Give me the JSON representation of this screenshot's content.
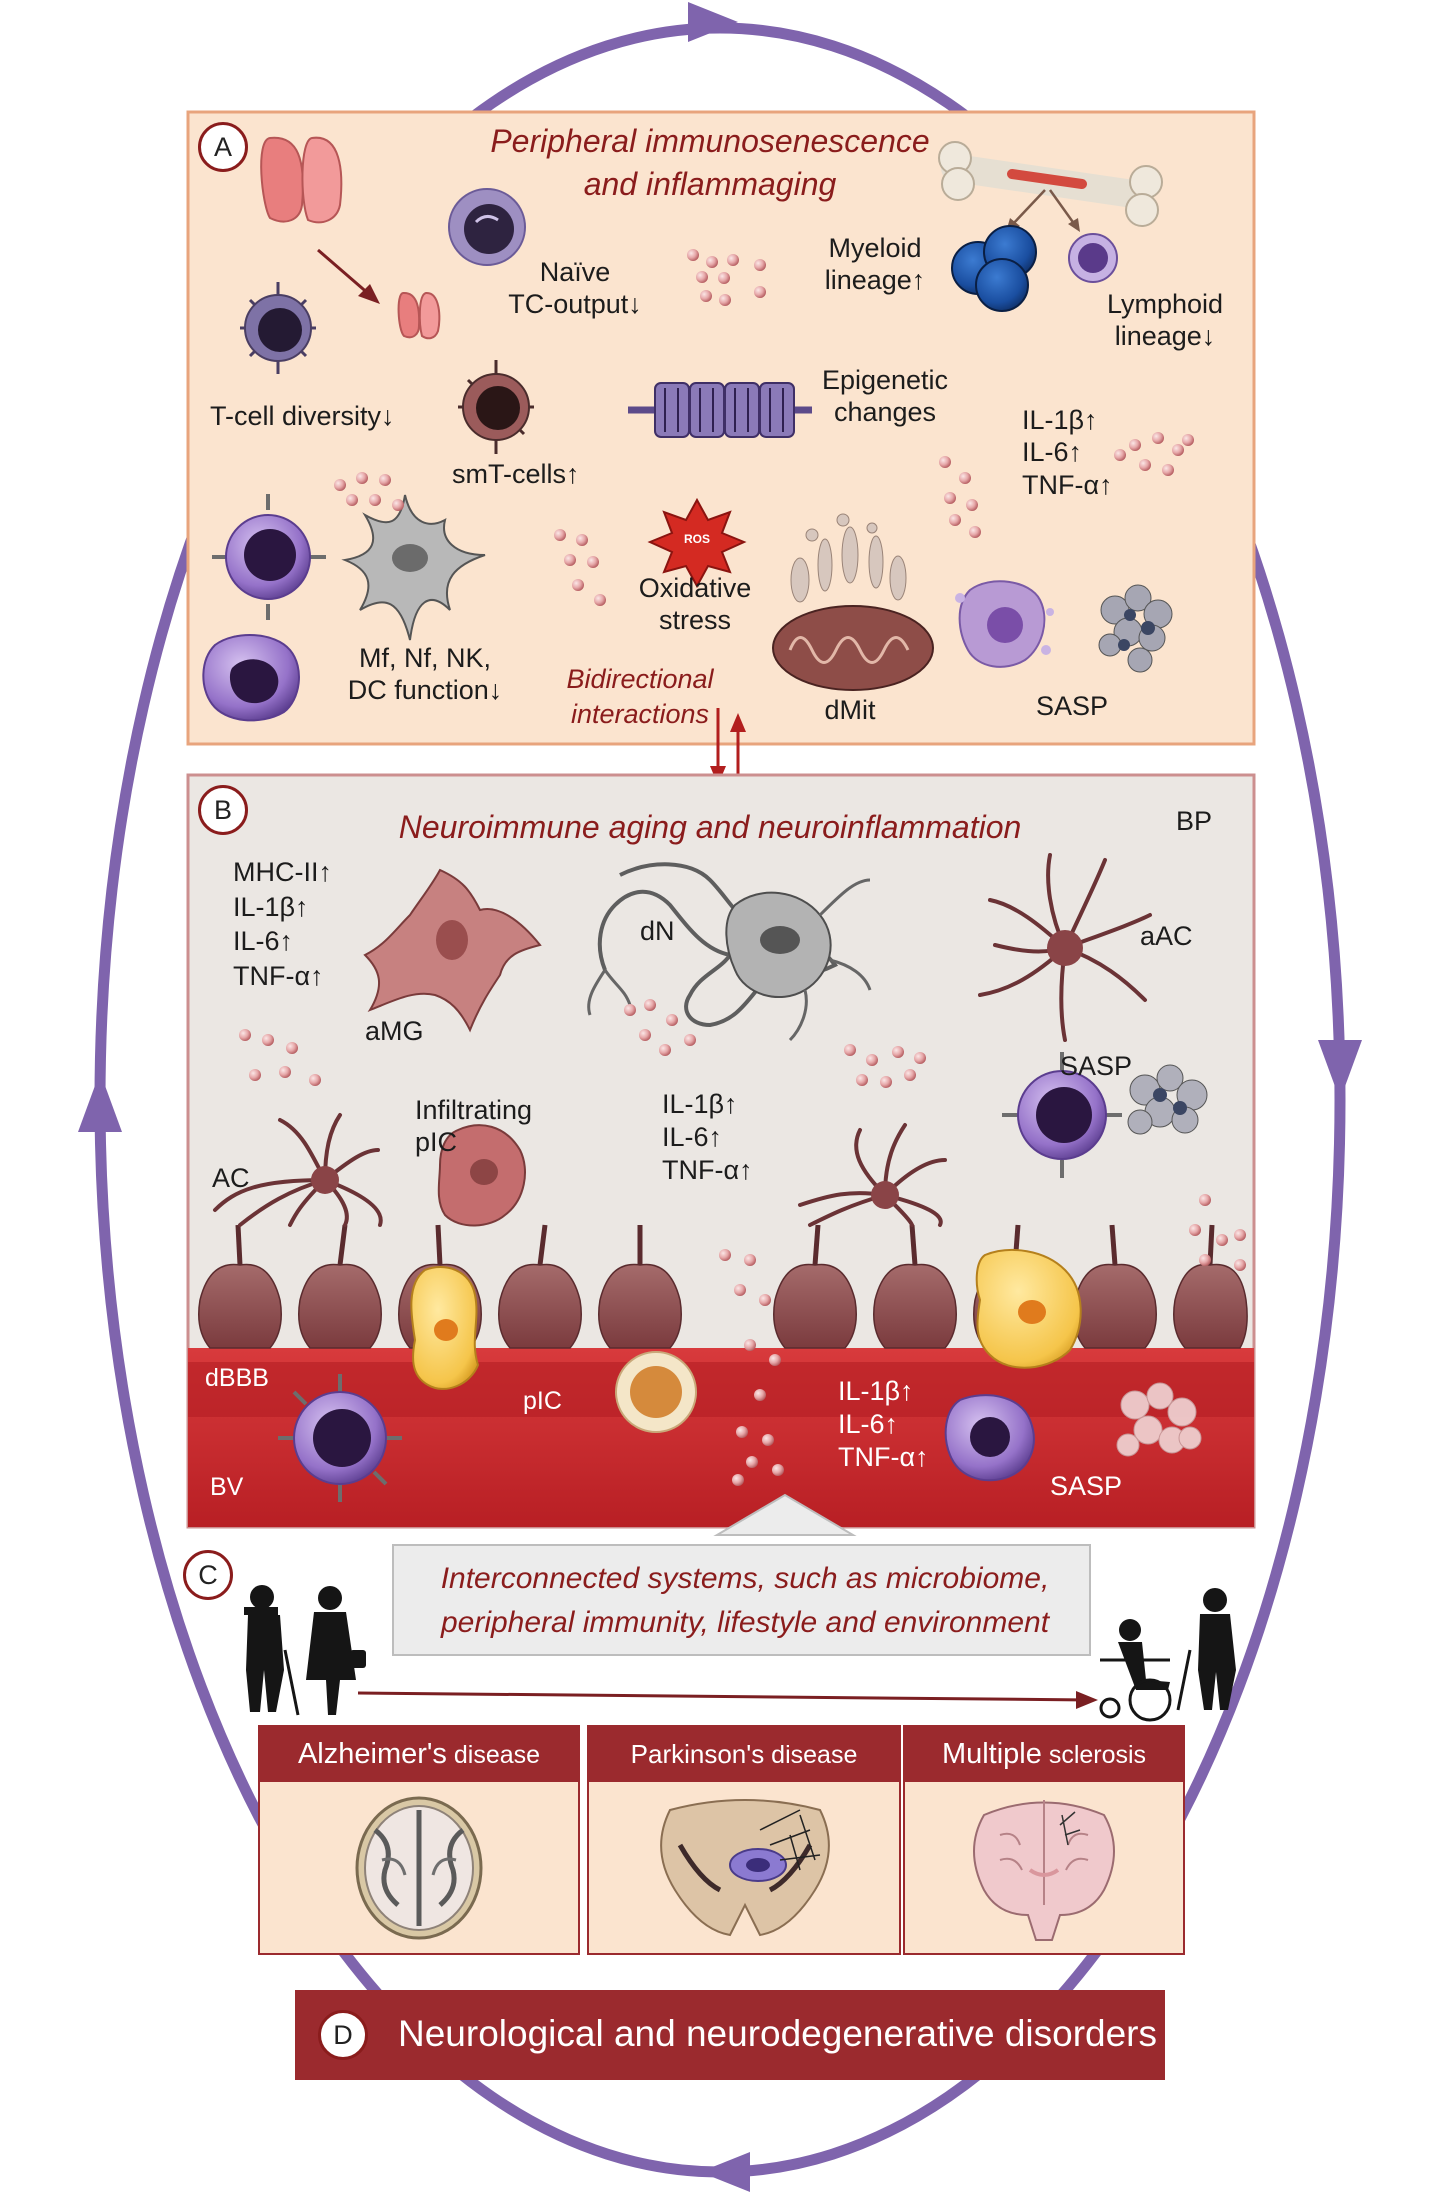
{
  "colors": {
    "cycle": "#7f64ad",
    "panel_a_fill": "#fbe4cf",
    "panel_a_border": "#e8a47d",
    "panel_b_fill": "#ebe7e3",
    "panel_b_border": "#cc8f8f",
    "vessel": "#c3272a",
    "title_red": "#8a1c1c",
    "header_red": "#9b2a2e"
  },
  "panel_a": {
    "badge": "A",
    "title": "Peripheral immunosenescence\nand inflammaging",
    "naive": "Naïve\nTC-output↓",
    "myeloid": "Myeloid\nlineage↑",
    "lymphoid": "Lymphoid\nlineage↓",
    "tcell_div": "T-cell diversity↓",
    "smt": "smT-cells↑",
    "epigenetic": "Epigenetic\nchanges",
    "cytokines": "IL-1β↑\nIL-6↑\nTNF-α↑",
    "ros": "ROS",
    "oxidative": "Oxidative\nstress",
    "mf": "Mf, Nf, NK,\nDC function↓",
    "bidir": "Bidirectional\ninteractions",
    "dmit": "dMit",
    "sasp": "SASP"
  },
  "panel_b": {
    "badge": "B",
    "title": "Neuroimmune aging and neuroinflammation",
    "bp": "BP",
    "mhc": "MHC-II↑\nIL-1β↑\nIL-6↑\nTNF-α↑",
    "dn": "dN",
    "aac": "aAC",
    "amg": "aMG",
    "sasp1": "SASP",
    "infiltrating": "Infiltrating\npIC",
    "cyto_mid": "IL-1β↑\nIL-6↑\nTNF-α↑",
    "ac": "AC",
    "dbbb": "dBBB",
    "pic": "pIC",
    "cyto_vessel": "IL-1β↑\nIL-6↑\nTNF-α↑",
    "bv": "BV",
    "sasp2": "SASP"
  },
  "panel_c": {
    "badge": "C",
    "text": "Interconnected systems, such as microbiome,\nperipheral immunity, lifestyle and environment"
  },
  "diseases": [
    {
      "name": "Alzheimer's",
      "suffix": " disease"
    },
    {
      "name": "Parkinson's",
      "suffix": " disease"
    },
    {
      "name": "Multiple",
      "suffix": " sclerosis"
    }
  ],
  "panel_d": {
    "badge": "D",
    "text": "Neurological and neurodegenerative disorders"
  }
}
